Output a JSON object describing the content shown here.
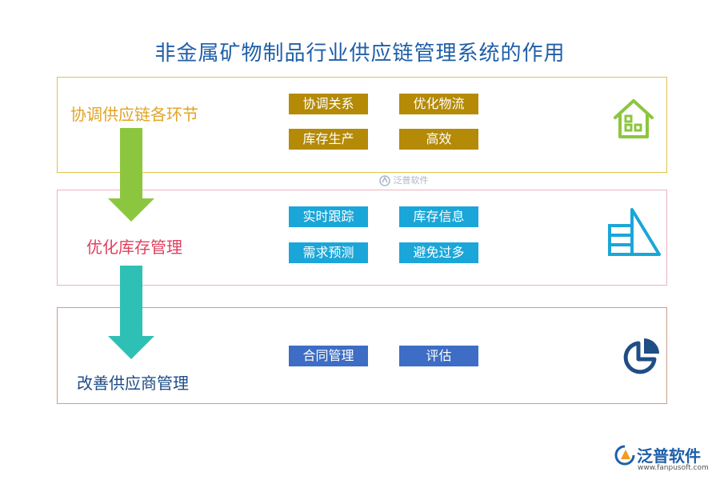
{
  "title": "非金属矿物制品行业供应链管理系统的作用",
  "sections": [
    {
      "title": "协调供应链各环节",
      "tags": [
        "协调关系",
        "优化物流",
        "库存生产",
        "高效"
      ],
      "icon": "house-icon",
      "color": "#8cc63f"
    },
    {
      "title": "优化库存管理",
      "tags": [
        "实时跟踪",
        "库存信息",
        "需求预测",
        "避免过多"
      ],
      "icon": "pyramid-chart-icon",
      "color": "#1aa6d8"
    },
    {
      "title": "改善供应商管理",
      "tags": [
        "合同管理",
        "评估"
      ],
      "icon": "pie-chart-icon",
      "color": "#1f4d86"
    }
  ],
  "arrow_colors": [
    "#8cc63f",
    "#2ec0b4"
  ],
  "watermark": "泛普软件",
  "logo": {
    "name": "泛普软件",
    "url": "www.fanpusoft.com"
  }
}
